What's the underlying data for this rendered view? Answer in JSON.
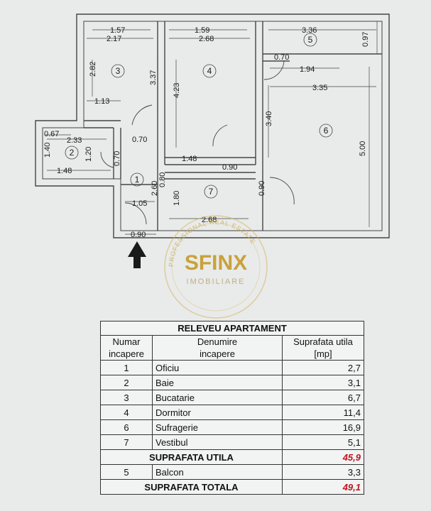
{
  "floorplan": {
    "rooms": [
      "1",
      "2",
      "3",
      "4",
      "5",
      "6",
      "7"
    ],
    "dimensions": [
      "1.57",
      "2.17",
      "1.59",
      "2.68",
      "3.36",
      "0.97",
      "2.82",
      "3.37",
      "4.23",
      "0.70",
      "1.94",
      "3.35",
      "1.13",
      "3.40",
      "0.67",
      "2.33",
      "0.70",
      "1.40",
      "1.20",
      "0.70",
      "1.48",
      "5.00",
      "1.48",
      "0.90",
      "2.60",
      "0.80",
      "0.90",
      "1.80",
      "1.05",
      "2.68",
      "0.90"
    ]
  },
  "watermark": {
    "brand": "SFINX",
    "sub": "IMOBILIARE",
    "ring": "PROFESSIONAL REAL ESTATE"
  },
  "table": {
    "title": "RELEVEU APARTAMENT",
    "headers": {
      "col1": [
        "Numar",
        "incapere"
      ],
      "col2": [
        "Denumire",
        "incapere"
      ],
      "col3": [
        "Suprafata utila",
        "[mp]"
      ]
    },
    "rows": [
      {
        "nr": "1",
        "name": "Oficiu",
        "area": "2,7"
      },
      {
        "nr": "2",
        "name": "Baie",
        "area": "3,1"
      },
      {
        "nr": "3",
        "name": "Bucatarie",
        "area": "6,7"
      },
      {
        "nr": "4",
        "name": "Dormitor",
        "area": "11,4"
      },
      {
        "nr": "6",
        "name": "Sufragerie",
        "area": "16,9"
      },
      {
        "nr": "7",
        "name": "Vestibul",
        "area": "5,1"
      }
    ],
    "util_label": "SUPRAFATA UTILA",
    "util_value": "45,9",
    "balcony": {
      "nr": "5",
      "name": "Balcon",
      "area": "3,3"
    },
    "total_label": "SUPRAFATA TOTALA",
    "total_value": "49,1"
  },
  "colors": {
    "accent_red": "#c0141c",
    "gold": "#c8a23a"
  }
}
